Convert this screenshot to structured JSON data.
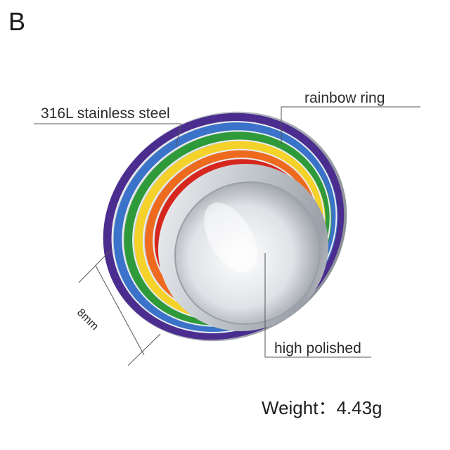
{
  "variant": "B",
  "callouts": {
    "material": "316L stainless steel",
    "name": "rainbow ring",
    "finish": "high polished",
    "width": "8mm"
  },
  "weight": "Weight：4.43g",
  "colors": {
    "purple": "#4b2d8f",
    "blue": "#3a73c9",
    "green": "#2e9a3a",
    "yellow": "#f4d22a",
    "orange": "#ee6a1f",
    "red": "#d7261e",
    "steel": "#c9cdd3"
  }
}
